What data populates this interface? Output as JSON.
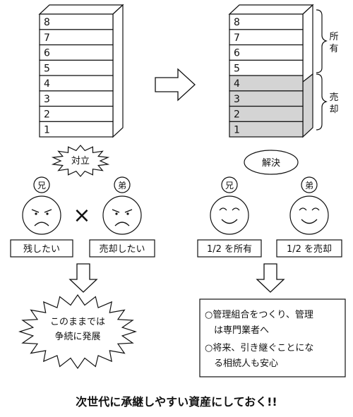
{
  "left_building": {
    "floors": [
      "1",
      "2",
      "3",
      "4",
      "5",
      "6",
      "7",
      "8"
    ]
  },
  "right_building": {
    "floors": [
      "1",
      "2",
      "3",
      "4",
      "5",
      "6",
      "7",
      "8"
    ],
    "sold_floors": [
      "1",
      "2",
      "3",
      "4"
    ],
    "brace_owned_label": "所有",
    "brace_sold_label": "売却"
  },
  "left_side": {
    "burst_label": "対立",
    "person_a": {
      "badge": "兄",
      "label": "残したい",
      "face": "frowning-face"
    },
    "person_b": {
      "badge": "弟",
      "label": "売却したい",
      "face": "frowning-face"
    },
    "versus_mark": "×",
    "result_lines": [
      "このままでは",
      "争続に発展"
    ]
  },
  "right_side": {
    "resolve_label": "解決",
    "person_a": {
      "badge": "兄",
      "label": "1/2 を所有",
      "face": "smiling-face"
    },
    "person_b": {
      "badge": "弟",
      "label": "1/2 を売却",
      "face": "smiling-face"
    },
    "result_lines": [
      "○管理組合をつくり、管理",
      "は専門業者へ",
      "○将来、引き継ぐことにな",
      "る相続人も安心"
    ]
  },
  "caption": "次世代に承継しやすい資産にしておく!!",
  "colors": {
    "sold_fill": "#d4d4d4",
    "ink": "#111111",
    "side_fill": "#ffffff"
  }
}
